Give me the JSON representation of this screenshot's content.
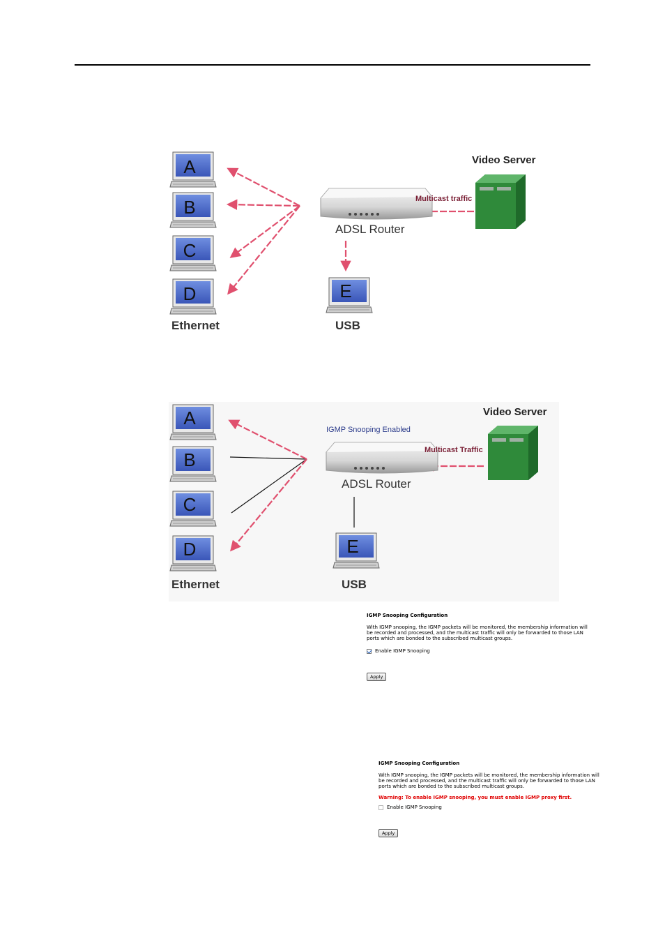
{
  "diagram1": {
    "video_server_label": "Video Server",
    "multicast_label": "Multicast traffic",
    "router_label": "ADSL Router",
    "ethernet_label": "Ethernet",
    "usb_label": "USB",
    "hosts": [
      "A",
      "B",
      "C",
      "D"
    ],
    "usb_host": "E"
  },
  "diagram2": {
    "video_server_label": "Video Server",
    "multicast_label": "Multicast Traffic",
    "snooping_label": "IGMP Snooping Enabled",
    "router_label": "ADSL Router",
    "ethernet_label": "Ethernet",
    "usb_label": "USB",
    "hosts": [
      "A",
      "B",
      "C",
      "D"
    ],
    "usb_host": "E"
  },
  "panel1": {
    "title": "IGMP Snooping Configuration",
    "description": "With IGMP snooping, the IGMP packets will be monitored, the membership information will be recorded and processed, and the multicast traffic will only be forwarded to those LAN ports which are bonded to the subscribed multicast groups.",
    "checkbox_label": "Enable IGMP Snooping",
    "checked": true,
    "apply_label": "Apply"
  },
  "panel2": {
    "title": "IGMP Snooping Configuration",
    "description": "With IGMP snooping, the IGMP packets will be monitored, the membership information will be recorded and processed, and the multicast traffic will only be forwarded to those LAN ports which are bonded to the subscribed multicast groups.",
    "warning": "Warning: To enable IGMP snooping, you must enable IGMP proxy first.",
    "checkbox_label": "Enable IGMP Snooping",
    "checked": false,
    "apply_label": "Apply"
  },
  "colors": {
    "arrow": "#e0506e",
    "server_green": "#2f8a3a",
    "label_maroon": "#7a1f35",
    "snooping_blue": "#2a3a8a",
    "screen_blue": "#4a6bd0",
    "warning_red": "#e00000"
  }
}
